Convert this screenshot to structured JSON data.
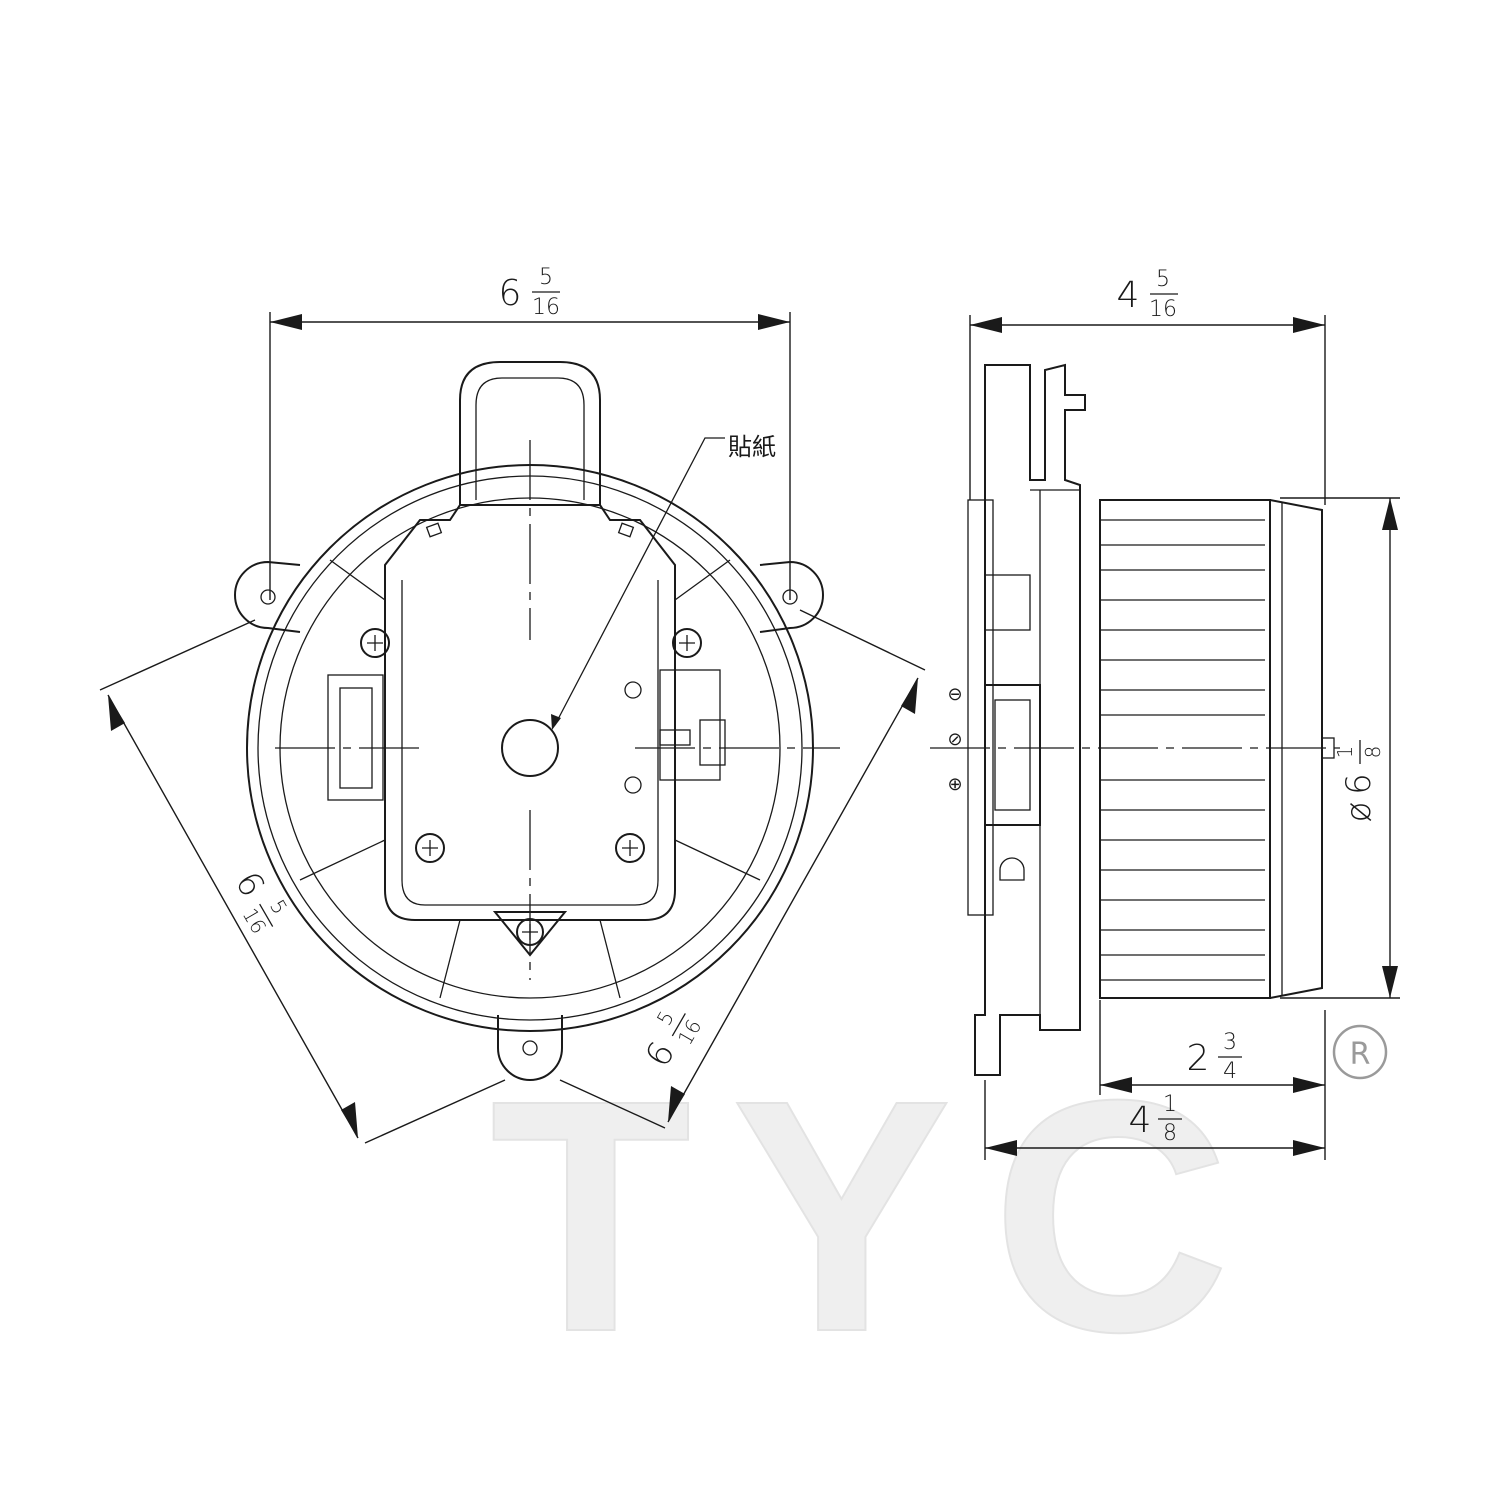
{
  "front_view": {
    "width_whole": "6",
    "width_num": "5",
    "width_den": "16",
    "diag_left_whole": "6",
    "diag_left_num": "5",
    "diag_left_den": "16",
    "diag_right_whole": "6",
    "diag_right_num": "5",
    "diag_right_den": "16",
    "label_sticker": "貼紙"
  },
  "side_view": {
    "top_whole": "4",
    "top_num": "5",
    "top_den": "16",
    "diameter_prefix": "ø",
    "diameter_whole": "6",
    "diameter_num": "1",
    "diameter_den": "8",
    "wheel_whole": "2",
    "wheel_num": "3",
    "wheel_den": "4",
    "bottom_whole": "4",
    "bottom_num": "1",
    "bottom_den": "8",
    "terminal_minus": "⊖",
    "terminal_mid": "⊘",
    "terminal_plus": "⊕"
  },
  "watermark": {
    "text": "TYC",
    "registered": "R"
  }
}
